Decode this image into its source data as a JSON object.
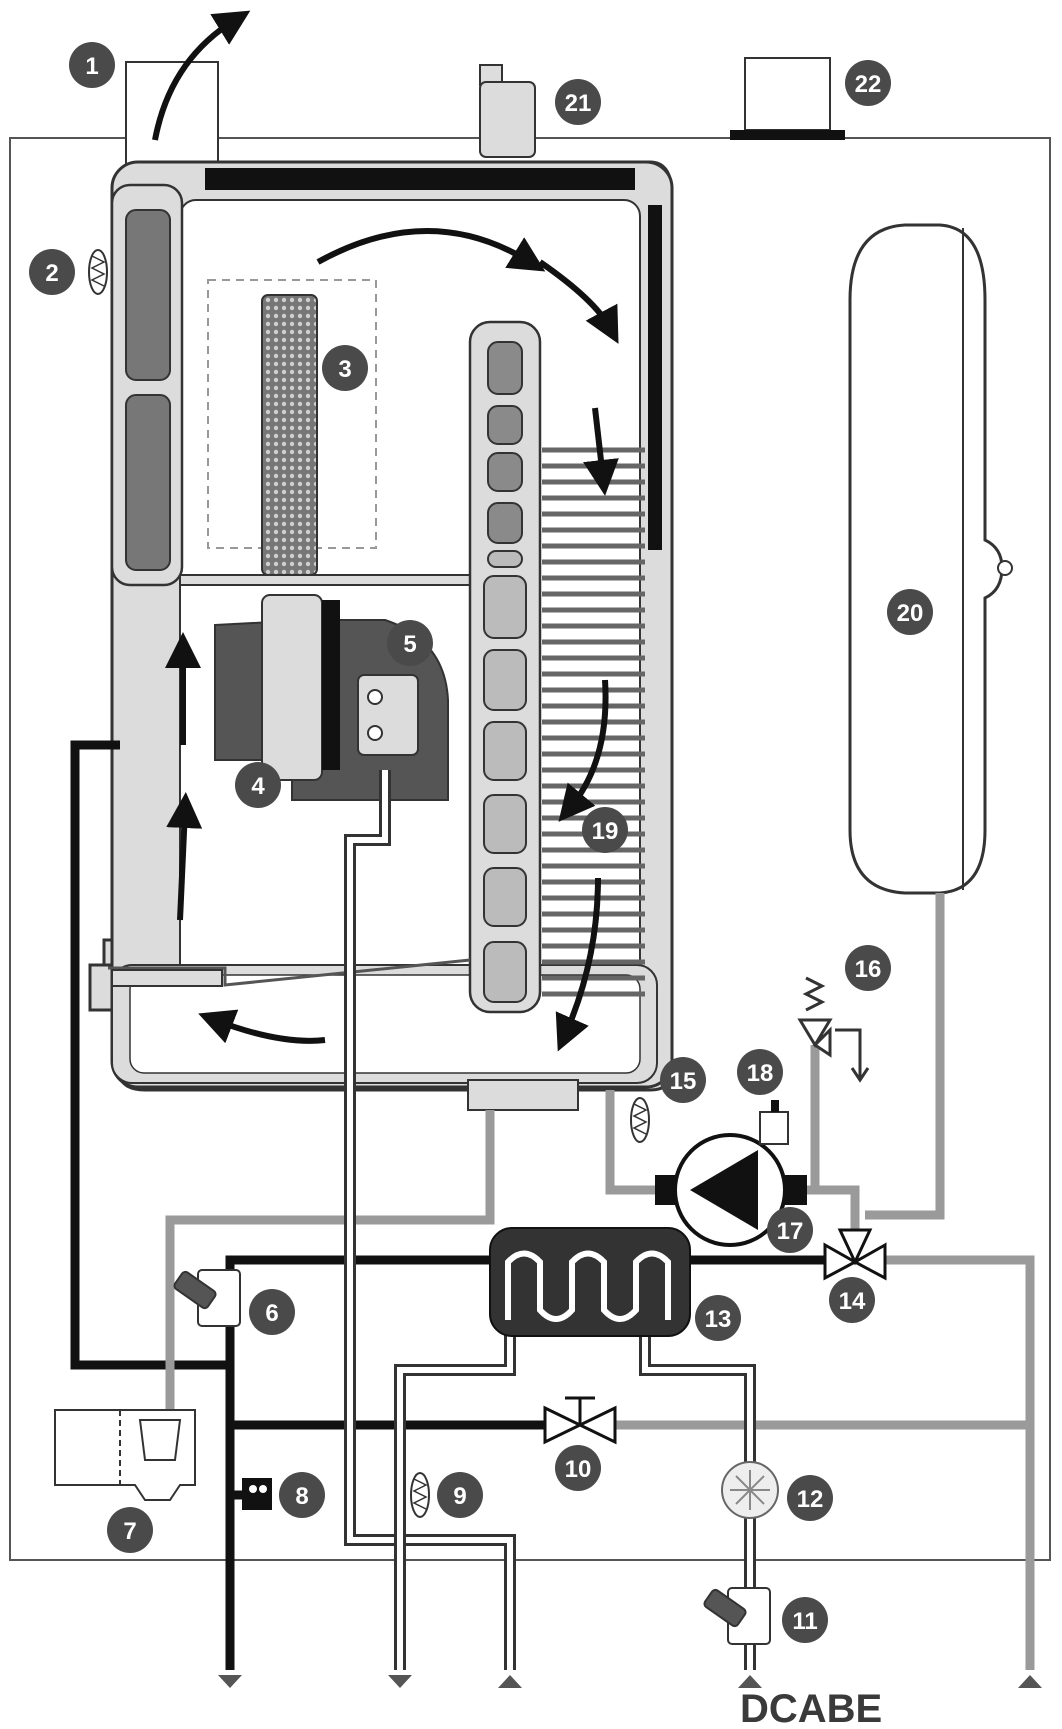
{
  "diagram": {
    "callouts": [
      "1",
      "2",
      "3",
      "4",
      "5",
      "6",
      "7",
      "8",
      "9",
      "10",
      "11",
      "12",
      "13",
      "14",
      "15",
      "16",
      "17",
      "18",
      "19",
      "20",
      "21",
      "22"
    ],
    "port_labels": "DCABE",
    "colors": {
      "outline": "#333333",
      "dark_pipe": "#111111",
      "grey_pipe": "#9a9a9a",
      "light_fill": "#dcdcdc",
      "callout_badge": "#4a4a4a"
    },
    "icons": [
      "arrow-icon",
      "sensor-icon",
      "valve-icon",
      "pump-icon",
      "filter-icon",
      "flow-meter-icon"
    ]
  }
}
